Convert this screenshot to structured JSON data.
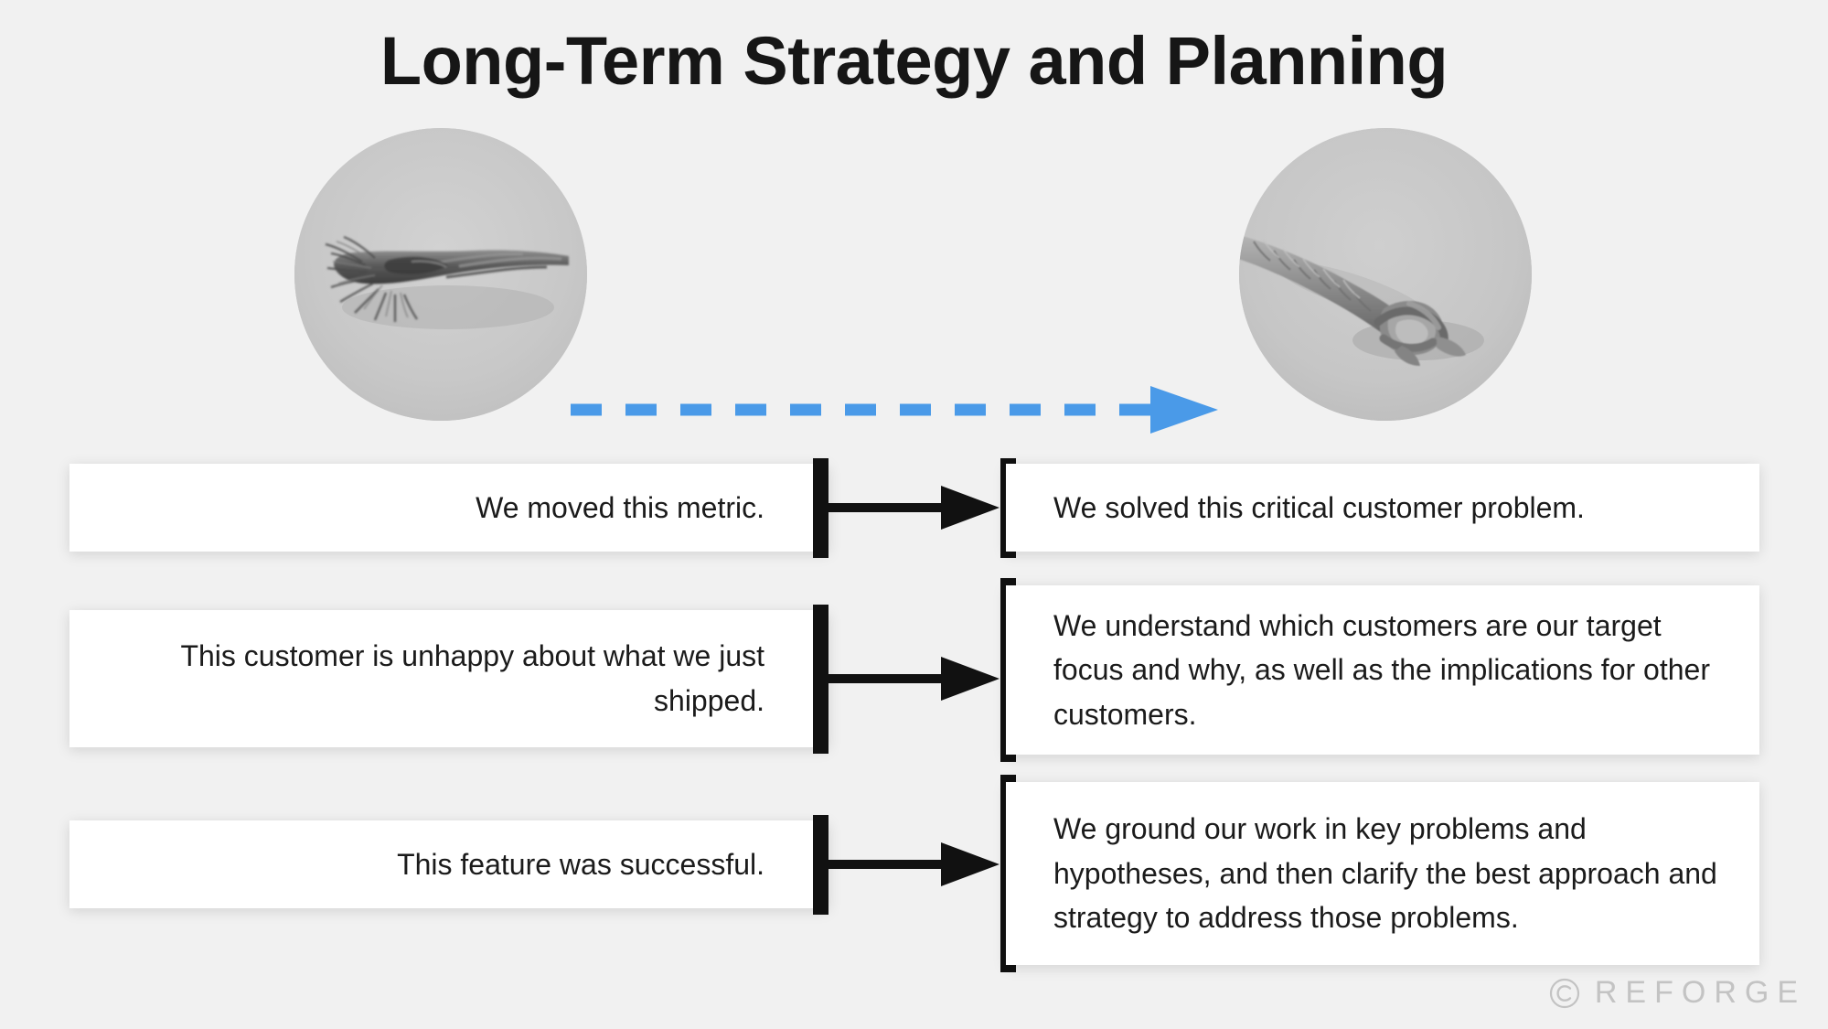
{
  "title": "Long-Term Strategy and Planning",
  "background_color": "#f1f1f1",
  "accent_color": "#4a9ae8",
  "bar_color": "#111111",
  "hero": {
    "left_image": {
      "name": "frayed-rope-photo",
      "alt": "Grayscale photo of a frayed, unraveled rope end"
    },
    "right_image": {
      "name": "knotted-rope-photo",
      "alt": "Grayscale photo of a rope with a tidy knot tied at the end"
    },
    "connector": {
      "name": "blue-dashed-arrow",
      "style": "dashed",
      "direction": "right",
      "color": "#4a9ae8"
    }
  },
  "rows": [
    {
      "left": "We moved this metric.",
      "right": "We solved this critical customer problem."
    },
    {
      "left": "This customer is unhappy about what we just shipped.",
      "right": "We understand which customers are our target focus and why, as well as the implications for other customers."
    },
    {
      "left": "This feature was successful.",
      "right": "We ground our work in key problems and hypotheses, and then clarify the best approach and strategy to address those problems."
    }
  ],
  "watermark": {
    "symbol": "©",
    "label": "REFORGE",
    "color": "#c3c3c3"
  }
}
